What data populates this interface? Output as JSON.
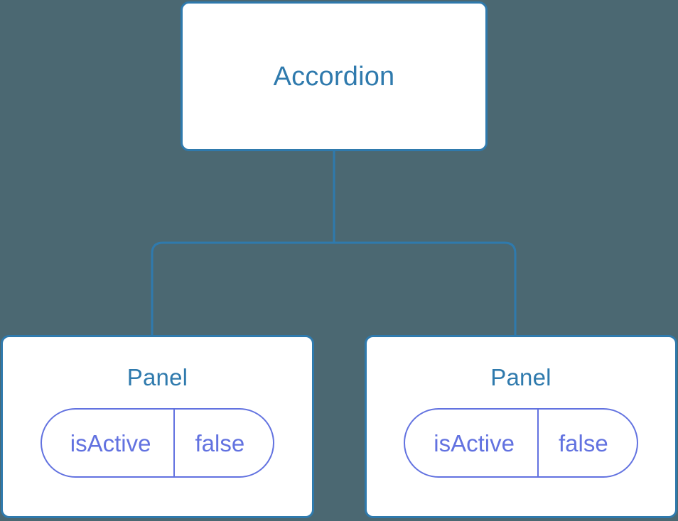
{
  "diagram": {
    "type": "component-tree",
    "background_color": "#4b6872",
    "node_fill_color": "#ffffff",
    "node_border_color": "#2f7aad",
    "node_title_color": "#2f7aad",
    "connector_color": "#2f7aad",
    "state_pill_color": "#6272e0",
    "root": {
      "title": "Accordion"
    },
    "children": [
      {
        "title": "Panel",
        "state": {
          "key": "isActive",
          "value": "false"
        }
      },
      {
        "title": "Panel",
        "state": {
          "key": "isActive",
          "value": "false"
        }
      }
    ]
  }
}
